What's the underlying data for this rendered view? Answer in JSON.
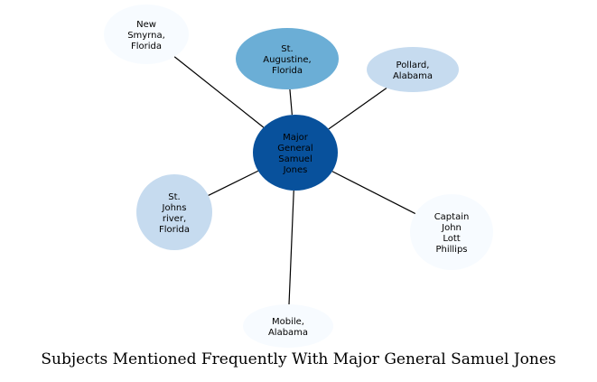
{
  "title": "Subjects Mentioned Frequently With Major General Samuel Jones",
  "center": {
    "lines": [
      "Major",
      "General",
      "Samuel",
      "Jones"
    ],
    "color": "#08519c"
  },
  "nodes": [
    {
      "id": "new-smyrna",
      "lines": [
        "New",
        "Smyrna,",
        "Florida"
      ],
      "color": "#f7fbff"
    },
    {
      "id": "st-augustine",
      "lines": [
        "St.",
        "Augustine,",
        "Florida"
      ],
      "color": "#6baed6"
    },
    {
      "id": "pollard",
      "lines": [
        "Pollard,",
        "Alabama"
      ],
      "color": "#c6dbef"
    },
    {
      "id": "st-johns",
      "lines": [
        "St.",
        "Johns",
        "river,",
        "Florida"
      ],
      "color": "#c6dbef"
    },
    {
      "id": "captain-phillips",
      "lines": [
        "Captain",
        "John",
        "Lott",
        "Phillips"
      ],
      "color": "#f7fbff"
    },
    {
      "id": "mobile",
      "lines": [
        "Mobile,",
        "Alabama"
      ],
      "color": "#f7fbff"
    }
  ]
}
